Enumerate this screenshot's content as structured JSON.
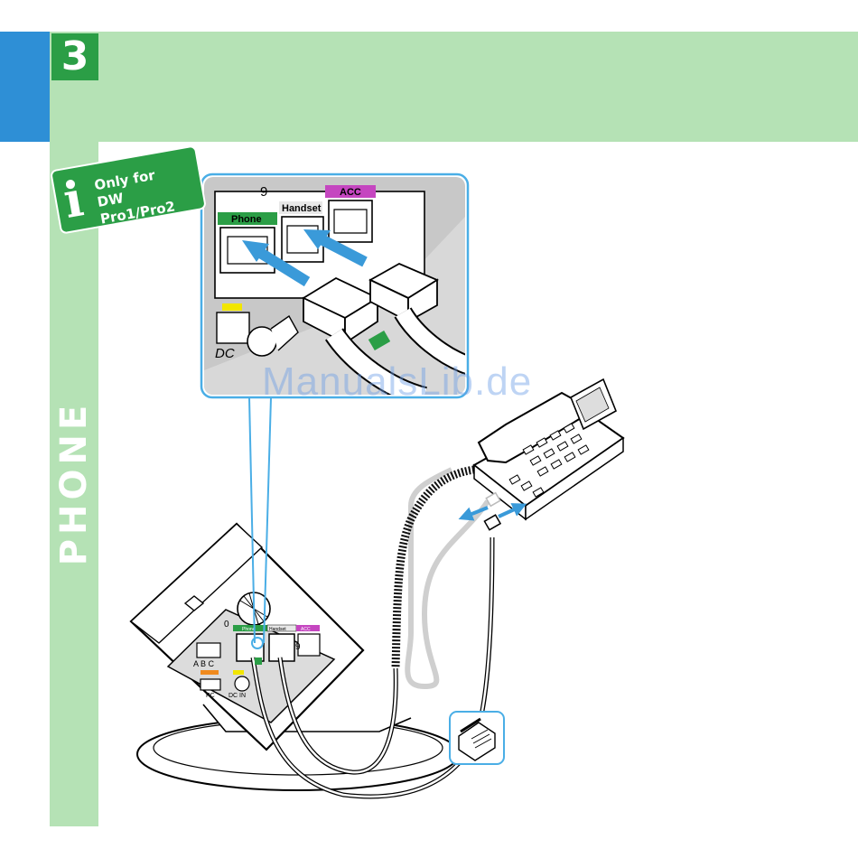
{
  "step": {
    "number": "3"
  },
  "section": {
    "label": "PHONE"
  },
  "badge": {
    "icon": "info-icon",
    "letter": "i",
    "text": "Only for\nDW Pro1/Pro2"
  },
  "zoom": {
    "port_phone": "Phone",
    "port_handset": "Handset",
    "port_acc": "ACC",
    "port_dc": "DC",
    "dial_number": "9"
  },
  "base": {
    "port_phone": "Phone",
    "port_handset": "Handset",
    "port_acc": "ACC",
    "switch_label": "A B C",
    "port_pc": "PC",
    "port_dcin": "DC IN",
    "dial_left": "0",
    "dial_right": "9"
  },
  "watermark": "ManualsLib.de",
  "colors": {
    "header_band": "#b5e2b5",
    "blue_block": "#2e8fd6",
    "step_green": "#2b9e46",
    "zoom_frame": "#4aaee6",
    "arrow_blue": "#3a9ad9",
    "port_green": "#2b9e46",
    "port_magenta": "#c546c0",
    "dc_yellow": "#f2e600"
  }
}
